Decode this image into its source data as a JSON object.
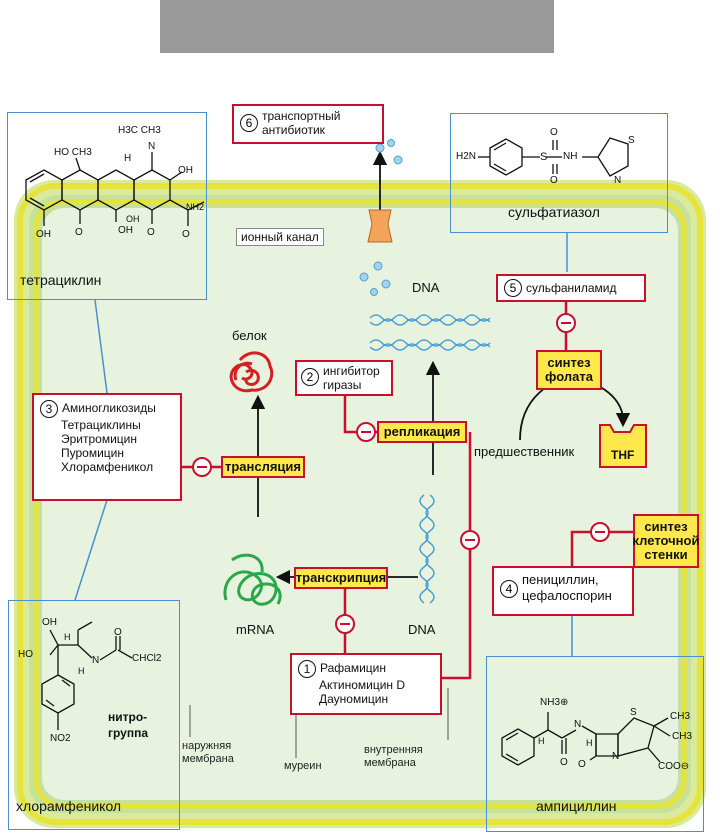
{
  "colors": {
    "membrane_yellow": "#e6e33a",
    "membrane_green": "#b6d98a",
    "cytoplasm": "#e7f3df",
    "inhibit_red": "#c8102e",
    "highlight_yellow": "#ffe94a",
    "callout_blue": "#4a8fd1",
    "header_gray": "#9a9a9a"
  },
  "transport": {
    "num": "6",
    "line1": "транспортный",
    "line2": "антибиотик"
  },
  "ion_channel": "ионный канал",
  "dna_top": "DNA",
  "dna_bottom": "DNA",
  "protein": "белок",
  "mrna": "mRNA",
  "gyrase": {
    "num": "2",
    "line1": "ингибитор",
    "line2": "гиразы"
  },
  "replication": "репликация",
  "translation": "трансляция",
  "transcription": "транскрипция",
  "group3": {
    "num": "3",
    "items": [
      "Аминогликозиды",
      "Тетрациклины",
      "Эритромицин",
      "Пуромицин",
      "Хлорамфеникол"
    ]
  },
  "group1": {
    "num": "1",
    "items": [
      "Рафамицин",
      "Актиномицин D",
      "Дауномицин"
    ]
  },
  "sulfonamide": {
    "num": "5",
    "label": "сульфаниламид"
  },
  "folate": {
    "line1": "синтез",
    "line2": "фолата"
  },
  "precursor": "предшественник",
  "thf": "THF",
  "cell_wall": {
    "line1": "синтез",
    "line2": "клеточной",
    "line3": "стенки"
  },
  "group4": {
    "num": "4",
    "line1": "пенициллин,",
    "line2": "цефалоспорин"
  },
  "membranes": {
    "outer1": "наружняя",
    "outer2": "мембрана",
    "murein": "муреин",
    "inner1": "внутренняя",
    "inner2": "мембрана"
  },
  "tetracycline": {
    "name": "тетрациклин",
    "atoms": {
      "ho_ch3": "HO  CH3",
      "h3c_ch3": "H3C  CH3",
      "n": "N",
      "h": "H",
      "oh1": "OH",
      "oh2": "OH",
      "oh3": "OH",
      "oh4": "OH",
      "nh2": "NH2",
      "o1": "O",
      "o2": "O",
      "o3": "O"
    }
  },
  "sulfathiazole": {
    "name": "сульфатиазол",
    "atoms": {
      "h2n": "H2N",
      "s1": "S",
      "o1": "O",
      "o2": "O",
      "nh": "NH",
      "s2": "S",
      "n": "N"
    }
  },
  "chloramphenicol": {
    "name": "хлорамфеникол",
    "nitro1": "нитро-",
    "nitro2": "группа",
    "atoms": {
      "oh1": "OH",
      "ho": "HO",
      "h1": "H",
      "h2": "H",
      "n": "N",
      "o": "O",
      "chcl2": "CHCl2",
      "no2": "NO2"
    }
  },
  "ampicillin": {
    "name": "ампициллин",
    "atoms": {
      "nh3": "NH3⊕",
      "h1": "H",
      "h2": "H",
      "n1": "N",
      "n2": "N",
      "o1": "O",
      "o2": "O",
      "s": "S",
      "ch3a": "CH3",
      "ch3b": "CH3",
      "coo": "COO⊖"
    }
  }
}
